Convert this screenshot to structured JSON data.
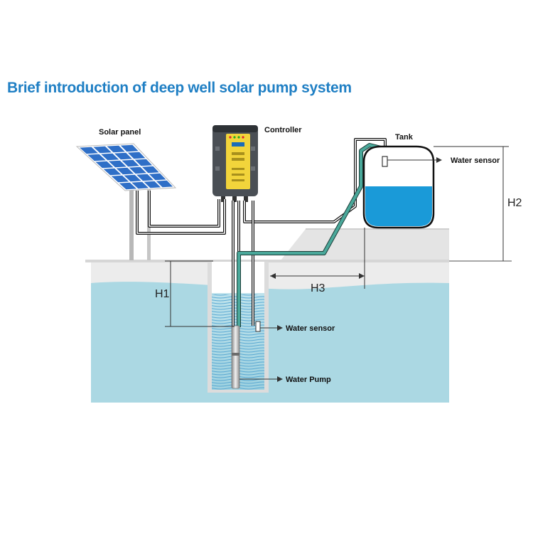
{
  "title": "Brief introduction of deep well solar pump system",
  "labels": {
    "solar_panel": "Solar panel",
    "controller": "Controller",
    "tank": "Tank",
    "tank_water_sensor": "Water sensor",
    "well_water_sensor": "Water sensor",
    "water_pump": "Water Pump"
  },
  "dimensions": {
    "h1": "H1",
    "h2": "H2",
    "h3": "H3"
  },
  "colors": {
    "title": "#1f7fc4",
    "water": "#a9d9e3",
    "tank_water": "#1a9ad8",
    "pipe": "#4aa89a",
    "controller_yellow": "#f2d43b",
    "panel_blue": "#2f6fc7"
  }
}
